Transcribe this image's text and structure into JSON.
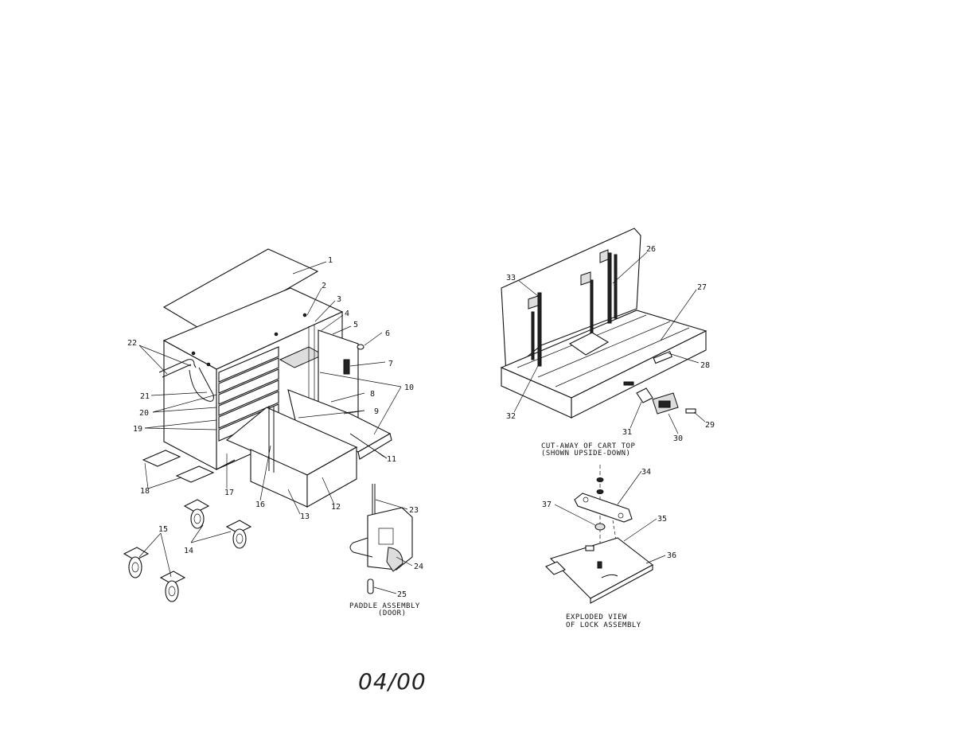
{
  "callouts": {
    "c1": "1",
    "c2": "2",
    "c3": "3",
    "c4": "4",
    "c5": "5",
    "c6": "6",
    "c7": "7",
    "c8": "8",
    "c9": "9",
    "c10": "10",
    "c11": "11",
    "c12": "12",
    "c13": "13",
    "c14": "14",
    "c15": "15",
    "c16": "16",
    "c17": "17",
    "c18": "18",
    "c19": "19",
    "c20": "20",
    "c21": "21",
    "c22": "22",
    "c23": "23",
    "c24": "24",
    "c25": "25",
    "c26": "26",
    "c27": "27",
    "c28": "28",
    "c29": "29",
    "c30": "30",
    "c31": "31",
    "c32": "32",
    "c33": "33",
    "c34": "34",
    "c35": "35",
    "c36": "36",
    "c37": "37"
  },
  "captions": {
    "paddle_line1": "PADDLE ASSEMBLY",
    "paddle_line2": "(DOOR)",
    "cutaway_line1": "CUT-AWAY OF CART TOP",
    "cutaway_line2": "(SHOWN UPSIDE-DOWN)",
    "lock_line1": "EXPLODED VIEW",
    "lock_line2": "OF LOCK ASSEMBLY"
  },
  "date_stamp": "04/00"
}
